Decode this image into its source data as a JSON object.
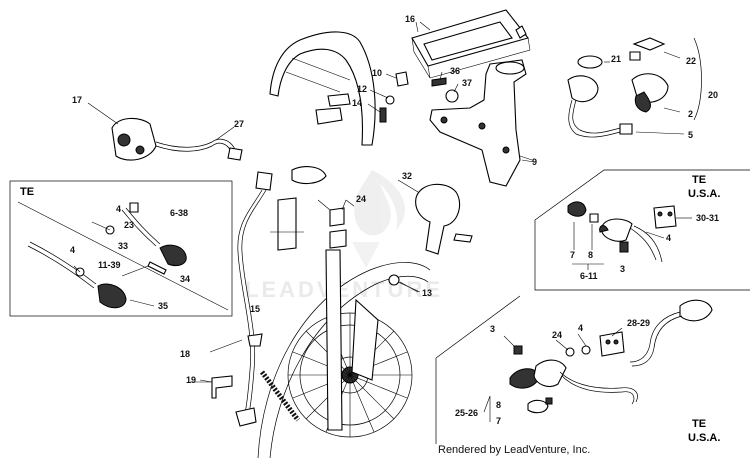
{
  "watermark": {
    "brand": "LEADVENTURE"
  },
  "footer": {
    "credit": "Rendered by LeadVenture, Inc."
  },
  "insets": {
    "left": {
      "tag": "TE"
    },
    "right_mid": {
      "tag_line1": "TE",
      "tag_line2": "U.S.A."
    },
    "right_bottom": {
      "tag_line1": "TE",
      "tag_line2": "U.S.A."
    }
  },
  "callouts": {
    "c2": "2",
    "c3a": "3",
    "c3b": "3",
    "c4a": "4",
    "c4b": "4",
    "c4c": "4",
    "c4d": "4",
    "c5": "5",
    "c6_11": "6-11",
    "c6_38": "6-38",
    "c7a": "7",
    "c7b": "7",
    "c8a": "8",
    "c8b": "8",
    "c9": "9",
    "c10": "10",
    "c11_39": "11-39",
    "c12": "12",
    "c13": "13",
    "c14": "14",
    "c15": "15",
    "c16": "16",
    "c17": "17",
    "c18": "18",
    "c19": "19",
    "c20": "20",
    "c21": "21",
    "c22": "22",
    "c23": "23",
    "c24a": "24",
    "c24b": "24",
    "c25_26": "25-26",
    "c27": "27",
    "c28_29": "28-29",
    "c30_31": "30-31",
    "c32": "32",
    "c33": "33",
    "c34": "34",
    "c35": "35",
    "c36": "36",
    "c37": "37"
  }
}
